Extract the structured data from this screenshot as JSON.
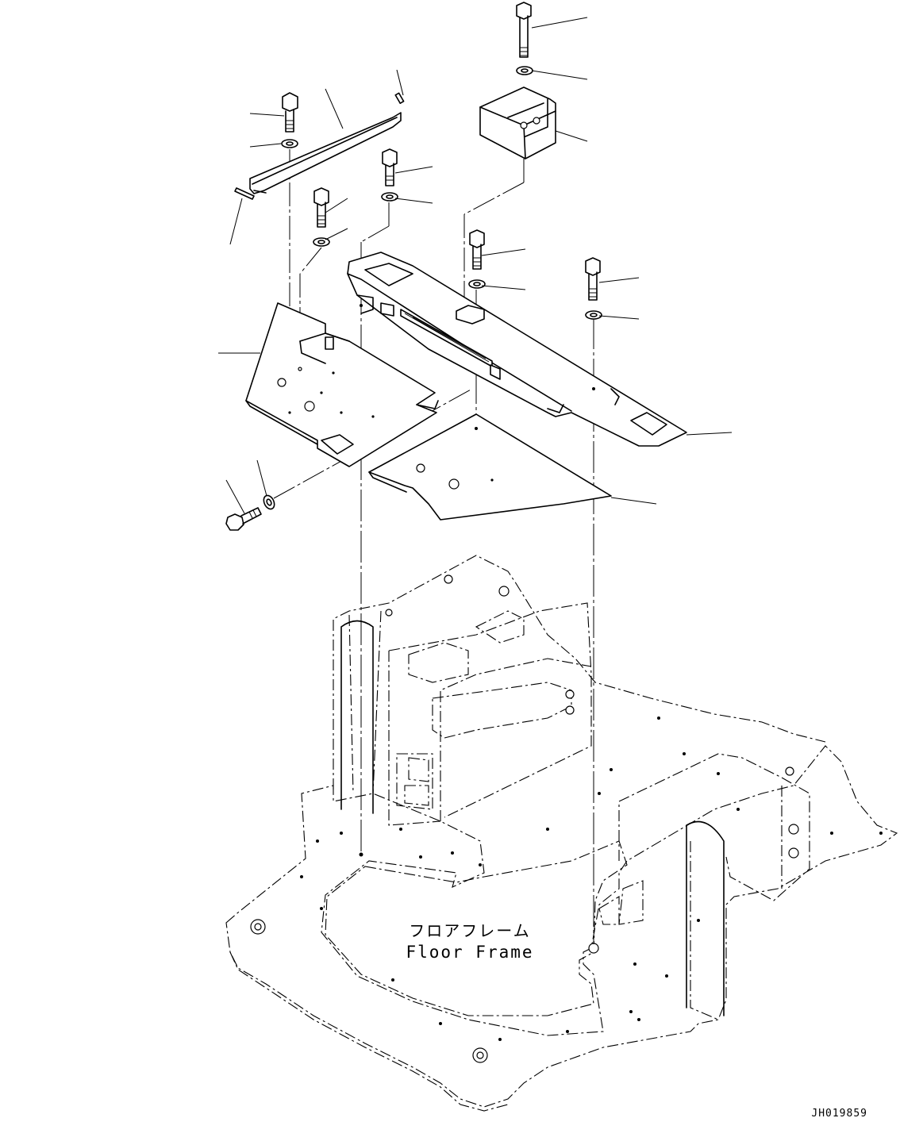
{
  "floor_frame": {
    "label_jp": "フロアフレーム",
    "label_en": "Floor Frame"
  },
  "drawing_id": "JH019859"
}
